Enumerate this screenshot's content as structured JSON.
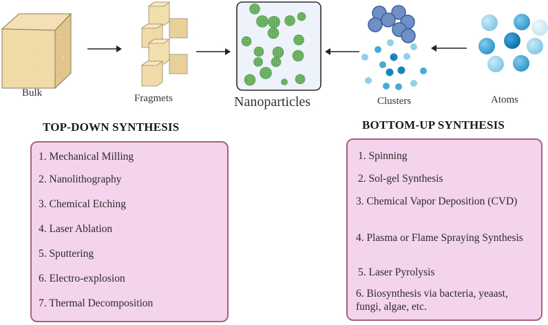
{
  "diagram": {
    "stages": {
      "bulk": "Bulk",
      "fragments": "Fragmets",
      "nanoparticles": "Nanoparticles",
      "clusters": "Clusters",
      "atoms": "Atoms"
    },
    "colors": {
      "bulk_fill": "#f1dcac",
      "nanoparticle_green": "#6cb565",
      "nano_box_bg": "#eef2fa",
      "cluster_dark_blue": "#6a8cc4",
      "atom_blue": "#3aa3d6",
      "list_box_bg": "#f4d3ec",
      "list_box_border": "#a8607f"
    },
    "top_down": {
      "title": "TOP-DOWN SYNTHESIS",
      "items": [
        "1. Mechanical Milling",
        "2. Nanolithography",
        "3. Chemical Etching",
        "4. Laser Ablation",
        "5. Sputtering",
        "6. Electro-explosion",
        "7. Thermal Decomposition"
      ]
    },
    "bottom_up": {
      "title": "BOTTOM-UP SYNTHESIS",
      "items": [
        "1. Spinning",
        "2. Sol-gel Synthesis",
        "3. Chemical Vapor Deposition (CVD)",
        "4. Plasma or Flame Spraying Synthesis",
        "5. Laser Pyrolysis",
        "6. Biosynthesis via bacteria, yeaast, fungi, algae, etc."
      ]
    }
  }
}
